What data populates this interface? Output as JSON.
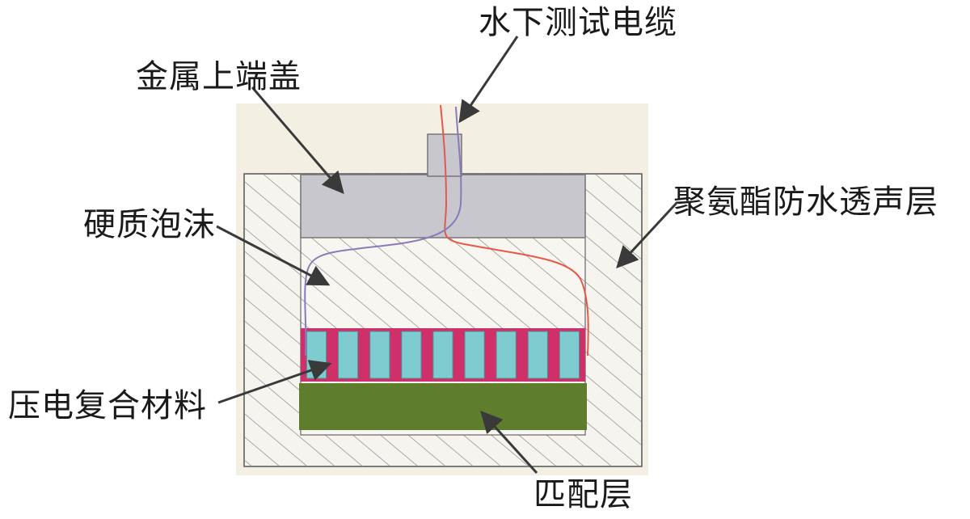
{
  "labels": {
    "cable": "水下测试电缆",
    "cap": "金属上端盖",
    "foam": "硬质泡沫",
    "polyurethane": "聚氨酯防水透声层",
    "piezo": "压电复合材料",
    "matching": "匹配层"
  },
  "colors": {
    "background_panel": "#f4efe3",
    "polyurethane_fill": "#f6f4ef",
    "hatch": "#8a8a8a",
    "metal_cap": "#c7c7cd",
    "piezo_pillar": "#7ecbd0",
    "piezo_gap": "#d0306a",
    "matching_layer": "#5e7d2d",
    "wire_red": "#e8584a",
    "wire_purple": "#8a7ab8",
    "arrow": "#3a3a3a"
  },
  "piezo": {
    "pillar_count": 9
  }
}
